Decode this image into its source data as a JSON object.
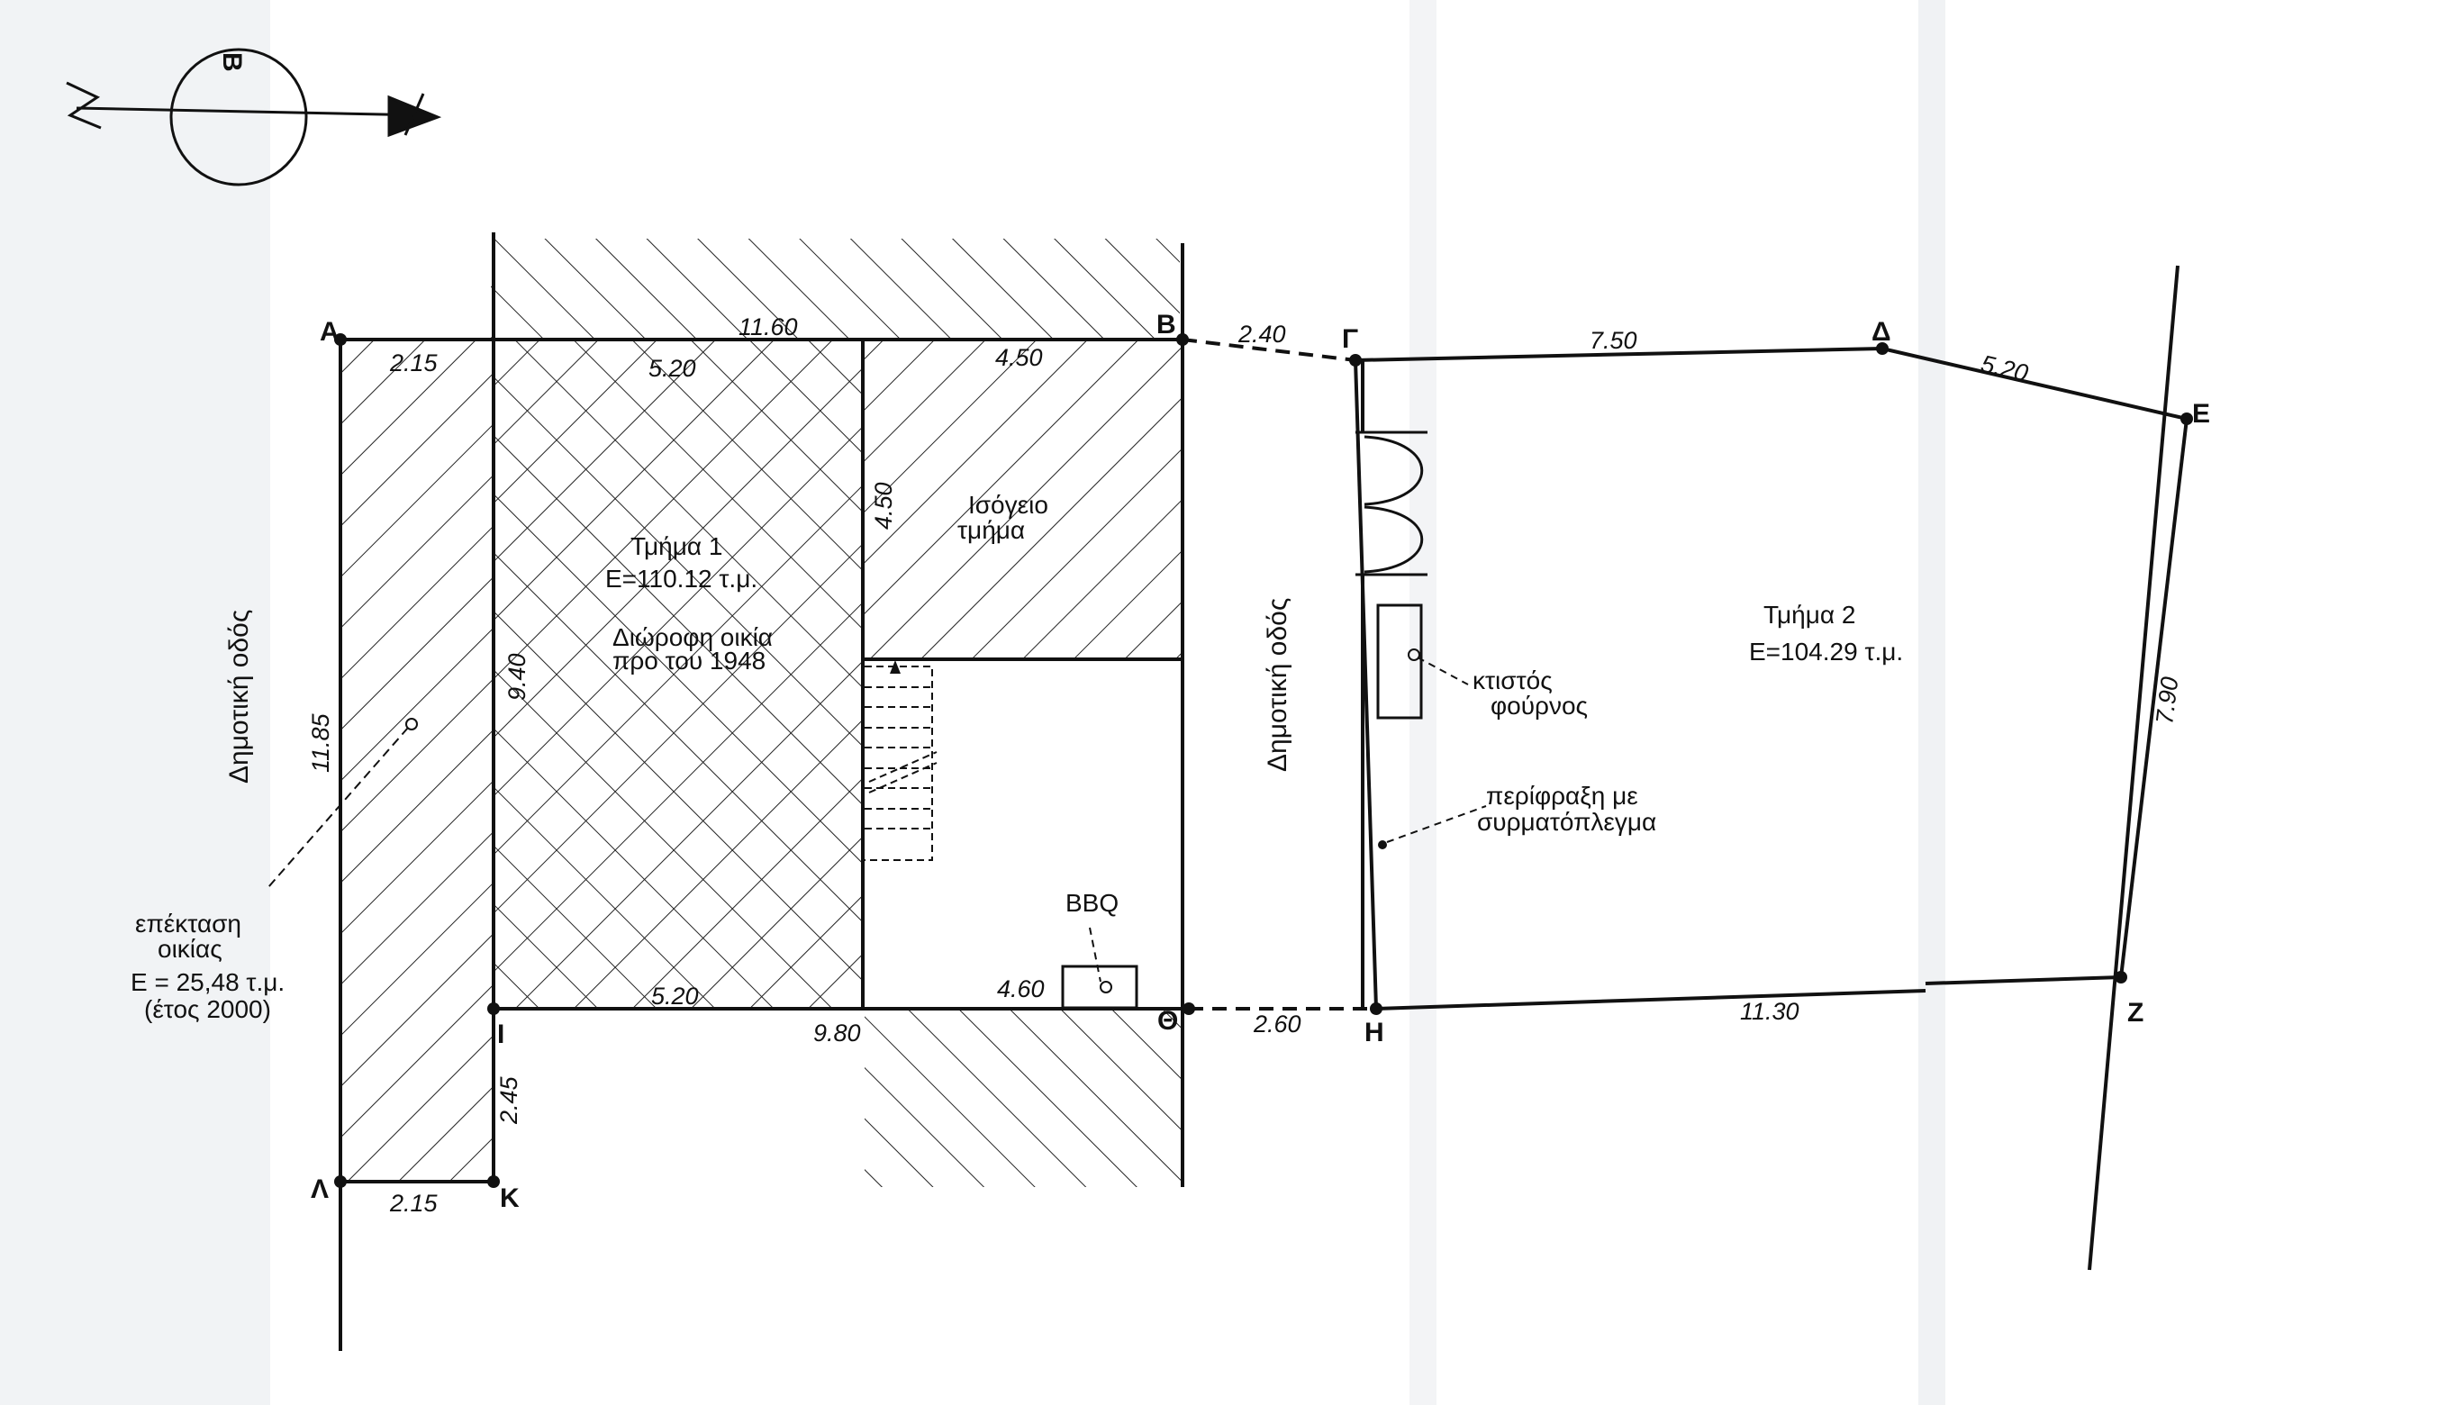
{
  "points": {
    "A": "Α",
    "B": "Β",
    "C": "Γ",
    "D": "Δ",
    "E": "Ε",
    "Z": "Ζ",
    "H": "Η",
    "TH": "Θ",
    "I": "Ι",
    "K": "Κ",
    "L": "Λ"
  },
  "dimensions": {
    "ab_total": "11.60",
    "a_left": "2.15",
    "top_mid": "5.20",
    "top_right": "4.50",
    "bc": "2.40",
    "cd": "7.50",
    "de": "5.20",
    "ez": "7.90",
    "hz": "11.30",
    "thh": "2.60",
    "bottom_mid": "5.20",
    "bottom_total": "9.80",
    "bbq_width": "4.60",
    "ground_height": "4.50",
    "house_height": "9.40",
    "al_total": "11.85",
    "ik": "2.45",
    "kl": "2.15"
  },
  "labels": {
    "road_left": "Δημοτική οδός",
    "road_middle": "Δημοτική οδός",
    "part1_line1": "Τμήμα 1",
    "part1_line2": "Ε=110.12 τ.μ.",
    "part1_line3": "Διώροφη οικία",
    "part1_line4": "προ του 1948",
    "ground_line1": "Ισόγειο",
    "ground_line2": "τμήμα",
    "part2_line1": "Τμήμα 2",
    "part2_line2": "Ε=104.29 τ.μ.",
    "oven_line1": "κτιστός",
    "oven_line2": "φούρνος",
    "fence_line1": "περίφραξη με",
    "fence_line2": "συρματόπλεγμα",
    "bbq": "BBQ",
    "ext_line1": "επέκταση",
    "ext_line2": "οικίας",
    "ext_line3": "Ε = 25,48 τ.μ.",
    "ext_line4": "(έτος 2000)",
    "north": "Β"
  },
  "colors": {
    "ink": "#111111",
    "paper": "#ffffff",
    "fold_shade": "#eef0f2"
  },
  "icons": {
    "north_arrow": "north-arrow-icon"
  }
}
